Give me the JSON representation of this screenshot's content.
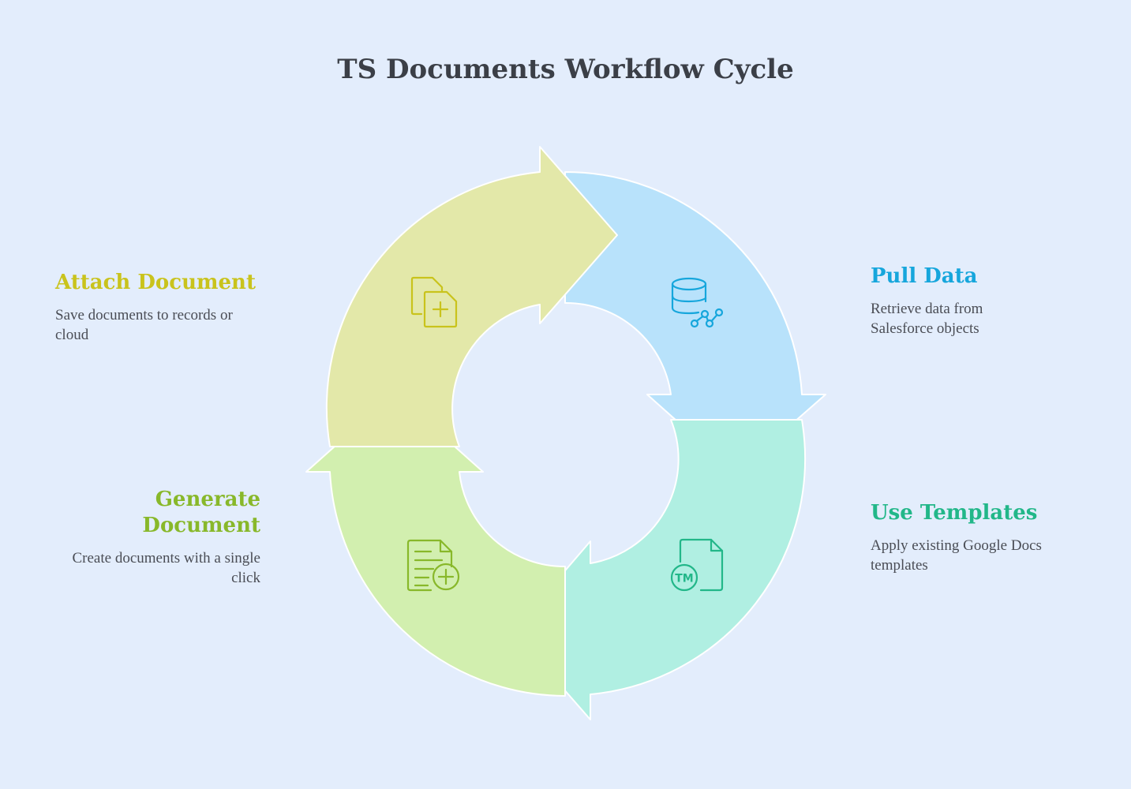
{
  "title": "TS Documents Workflow Cycle",
  "colors": {
    "background": "#e3edfc",
    "attach": "#c9c31c",
    "pull": "#16a6dc",
    "templates": "#22b789",
    "generate": "#88b82a"
  },
  "steps": {
    "pull": {
      "heading": "Pull Data",
      "text": "Retrieve data from Salesforce objects",
      "icon": "database-chart-icon"
    },
    "templates": {
      "heading": "Use Templates",
      "text": "Apply existing Google Docs templates",
      "icon": "trademark-document-icon"
    },
    "generate": {
      "heading": "Generate Document",
      "text": "Create documents with a single click",
      "icon": "document-add-icon"
    },
    "attach": {
      "heading": "Attach Document",
      "text": "Save documents to records or cloud",
      "icon": "copy-add-icon"
    }
  }
}
